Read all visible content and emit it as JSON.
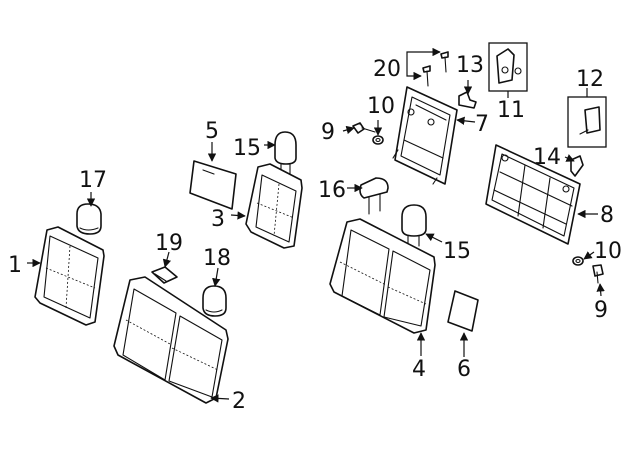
{
  "diagram": {
    "ink_color": "#111111",
    "background_color": "#ffffff",
    "callouts": [
      "1",
      "2",
      "3",
      "4",
      "5",
      "6",
      "7",
      "8",
      "9",
      "9",
      "10",
      "10",
      "11",
      "12",
      "13",
      "14",
      "15",
      "15",
      "16",
      "17",
      "18",
      "19",
      "20"
    ]
  }
}
